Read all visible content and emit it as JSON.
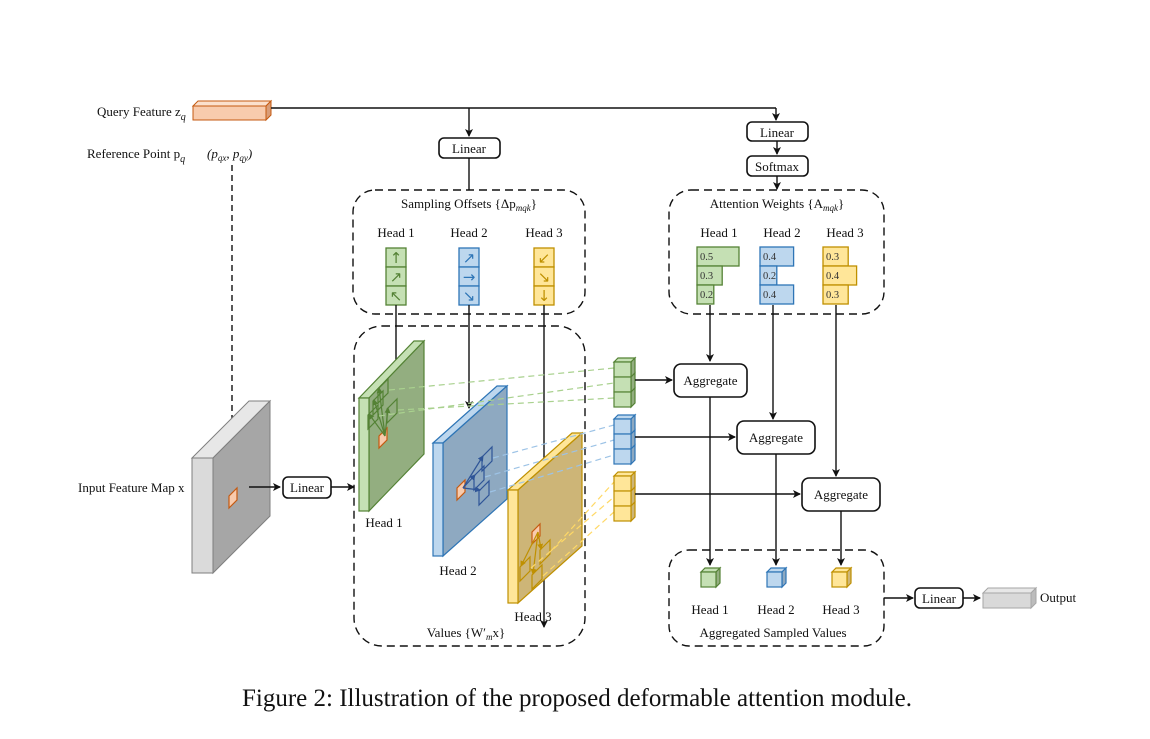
{
  "figure": {
    "caption": "Figure 2: Illustration of the proposed deformable attention module.",
    "inputs": {
      "query_feature": "Query Feature z",
      "query_sub": "q",
      "reference_point": "Reference Point p",
      "reference_sub": "q",
      "reference_coords": "(p",
      "coords_x_sub": "qx",
      "coords_sep": ", p",
      "coords_y_sub": "qy",
      "coords_close": ")",
      "input_feature_map": "Input Feature Map x"
    },
    "linear_label": "Linear",
    "softmax_label": "Softmax",
    "aggregate_label": "Aggregate",
    "output_label": "Output",
    "sampling_offsets": {
      "title": "Sampling Offsets {Δp",
      "title_sub": "mqk",
      "title_close": "}",
      "heads": [
        {
          "label": "Head 1",
          "arrows": [
            "↑",
            "↗",
            "↖"
          ]
        },
        {
          "label": "Head 2",
          "arrows": [
            "↗",
            "→",
            "↘"
          ]
        },
        {
          "label": "Head 3",
          "arrows": [
            "↙",
            "↘",
            "↓"
          ]
        }
      ]
    },
    "attention_weights": {
      "title": "Attention Weights {A",
      "title_sub": "mqk",
      "title_close": "}",
      "heads": [
        {
          "label": "Head 1",
          "values": [
            0.5,
            0.3,
            0.2
          ],
          "value_labels": [
            "0.5",
            "0.3",
            "0.2"
          ]
        },
        {
          "label": "Head 2",
          "values": [
            0.4,
            0.2,
            0.4
          ],
          "value_labels": [
            "0.4",
            "0.2",
            "0.4"
          ]
        },
        {
          "label": "Head 3",
          "values": [
            0.3,
            0.4,
            0.3
          ],
          "value_labels": [
            "0.3",
            "0.4",
            "0.3"
          ]
        }
      ]
    },
    "values": {
      "title": "Values {W′",
      "title_sub": "m",
      "title_close": "x}",
      "heads": [
        "Head 1",
        "Head 2",
        "Head 3"
      ]
    },
    "aggregated": {
      "title": "Aggregated Sampled Values",
      "heads": [
        "Head 1",
        "Head 2",
        "Head 3"
      ]
    },
    "colors": {
      "green_fill": "#c5e0b4",
      "green_stroke": "#548235",
      "green_dark": "#93ae80",
      "blue_fill": "#bdd7ee",
      "blue_stroke": "#2e75b6",
      "blue_dark": "#8ea9c1",
      "yellow_fill": "#ffe699",
      "yellow_stroke": "#bf9000",
      "yellow_dark": "#cdb577",
      "orange_fill": "#f8cbad",
      "orange_stroke": "#c55a11",
      "gray_fill": "#d9d9d9",
      "gray_dark": "#a6a6a6",
      "gray_stroke": "#7f7f7f"
    }
  }
}
